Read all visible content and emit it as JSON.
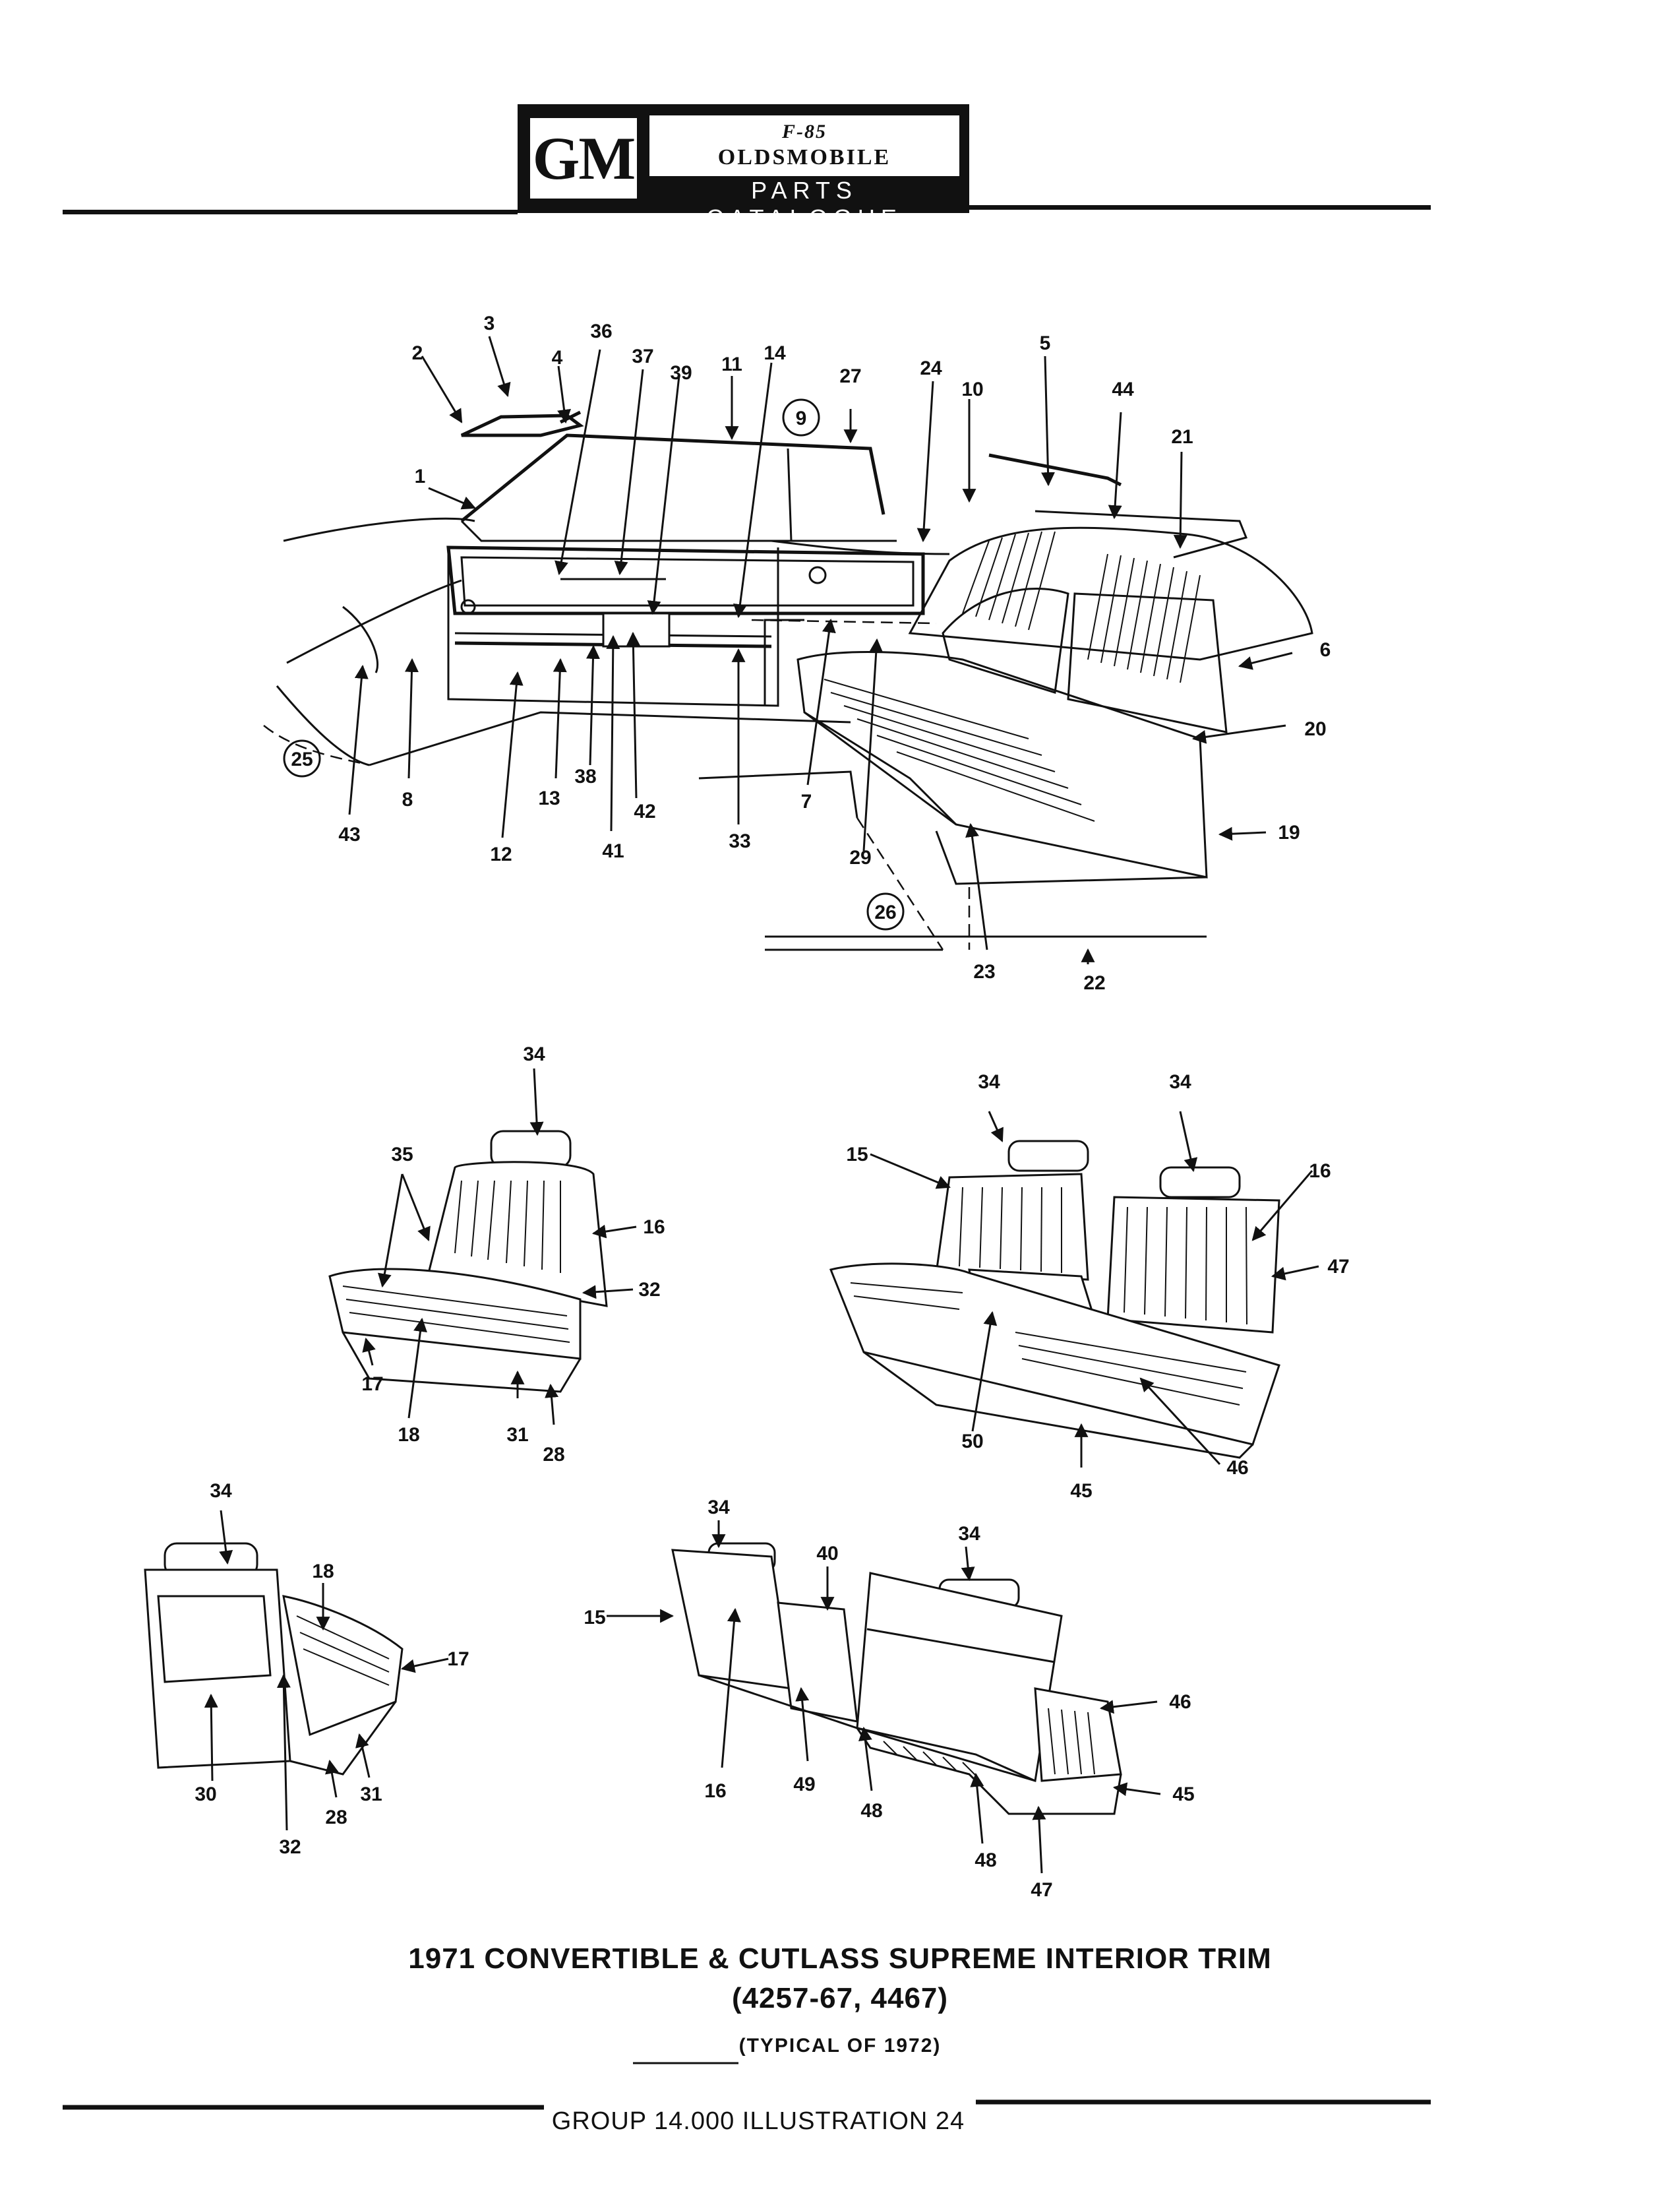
{
  "header": {
    "logo": "GM",
    "model_mark": "F-85",
    "brand": "OLDSMOBILE",
    "subtitle": "PARTS CATALOGUE"
  },
  "diagram": {
    "refs": [
      "9",
      "25",
      "26"
    ],
    "callouts": [
      "2",
      "3",
      "4",
      "1",
      "36",
      "37",
      "39",
      "11",
      "14",
      "27",
      "24",
      "10",
      "5",
      "44",
      "21",
      "6",
      "20",
      "19",
      "22",
      "23",
      "29",
      "7",
      "33",
      "42",
      "41",
      "38",
      "13",
      "12",
      "8",
      "43",
      "34",
      "35",
      "16",
      "32",
      "17",
      "18",
      "31",
      "28",
      "34",
      "34",
      "15",
      "16",
      "47",
      "50",
      "45",
      "46",
      "34",
      "18",
      "17",
      "30",
      "32",
      "28",
      "31",
      "34",
      "34",
      "40",
      "15",
      "16",
      "49",
      "48",
      "48",
      "47",
      "46",
      "45"
    ]
  },
  "caption": {
    "title": "1971 CONVERTIBLE & CUTLASS SUPREME INTERIOR TRIM",
    "models": "(4257-67, 4467)",
    "note": "(TYPICAL OF 1972)"
  },
  "footer": {
    "text": "GROUP 14.000 ILLUSTRATION 24"
  }
}
